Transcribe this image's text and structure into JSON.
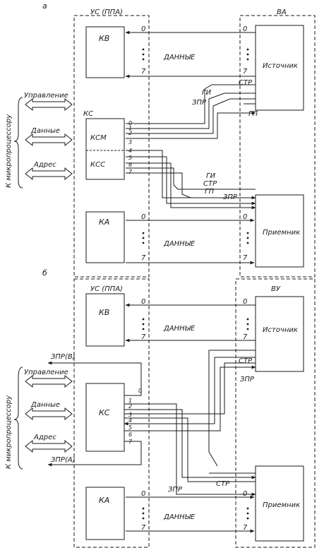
{
  "panel_a": {
    "label": "а",
    "uc_title": "УС (ППА)",
    "va_title": "ВА",
    "kv": "КВ",
    "kc": "КС",
    "kcm": "КСМ",
    "kcc": "КСС",
    "ka": "КА",
    "source": "Источник",
    "receiver": "Приемник",
    "data_top": "ДАННЫЕ",
    "data_bottom": "ДАННЫЕ",
    "bit0": "0",
    "bit7": "7",
    "str": "СТР",
    "gi": "ГИ",
    "zpr": "ЗПР",
    "gp": "ГП",
    "mp_control": "Управление",
    "mp_data": "Данные",
    "mp_address": "Адрес",
    "mp_side": "К микропроцессору",
    "ports": [
      "0",
      "1",
      "2",
      "3",
      "4",
      "5",
      "6",
      "7"
    ]
  },
  "panel_b": {
    "label": "б",
    "uc_title": "УС (ППА)",
    "vu_title": "ВУ",
    "kv": "КВ",
    "kc": "КС",
    "ka": "КА",
    "source": "Источник",
    "receiver": "Приемник",
    "data_top": "ДАННЫЕ",
    "data_bottom": "ДАННЫЕ",
    "bit0": "0",
    "bit7": "7",
    "str": "СТР",
    "zpr": "ЗПР",
    "zpr_b": "ЗПР(В)",
    "zpr_a": "ЗПР(А)",
    "mp_control": "Управление",
    "mp_data": "Данные",
    "mp_address": "Адрес",
    "mp_side": "К микропроцессору",
    "ports": [
      "0",
      "1",
      "2",
      "3",
      "4",
      "5",
      "6",
      "7"
    ]
  }
}
